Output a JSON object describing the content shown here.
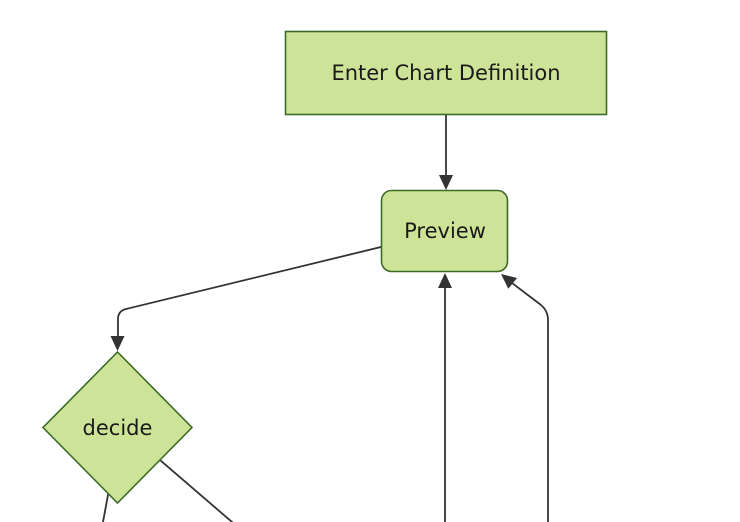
{
  "diagram": {
    "type": "flowchart",
    "direction": "top-down",
    "theme": {
      "background": "#ffffff",
      "node_fill": "#cde498",
      "node_border": "#3d6a26",
      "edge_color": "#333333",
      "text_color": "#1a1a1a"
    },
    "nodes": [
      {
        "id": "enter-chart-definition",
        "label": "Enter Chart Definition",
        "shape": "rectangle"
      },
      {
        "id": "preview",
        "label": "Preview",
        "shape": "rounded-rectangle"
      },
      {
        "id": "decide",
        "label": "decide",
        "shape": "diamond"
      }
    ],
    "edges": [
      {
        "from": "enter-chart-definition",
        "to": "preview",
        "arrowhead_visible": true
      },
      {
        "from": "preview",
        "to": "decide",
        "arrowhead_visible": true
      },
      {
        "from": "offscreen-bottom",
        "to": "preview",
        "arrowhead_visible": true
      },
      {
        "from": "offscreen-bottom-right",
        "to": "preview",
        "arrowhead_visible": true
      },
      {
        "from": "decide",
        "to": "offscreen-bottom-left",
        "arrowhead_visible": false
      },
      {
        "from": "decide",
        "to": "offscreen-bottom-right",
        "arrowhead_visible": false
      }
    ]
  }
}
